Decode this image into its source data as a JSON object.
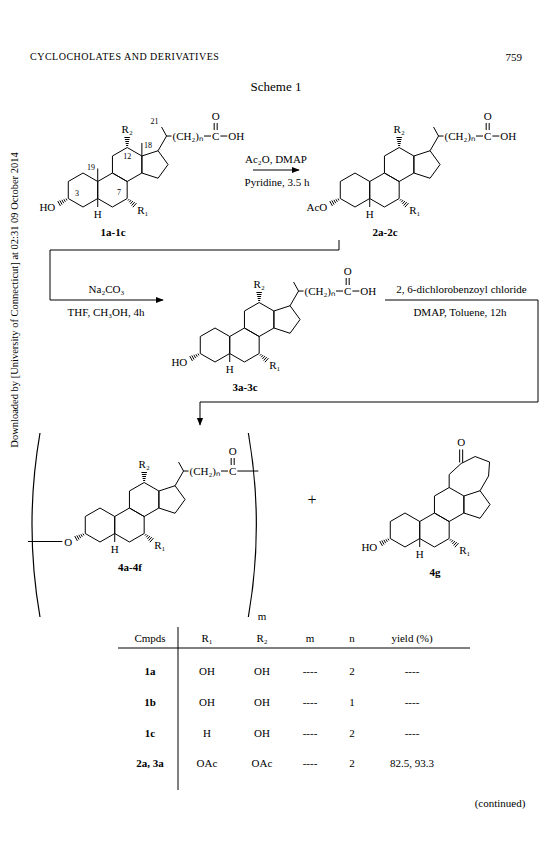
{
  "diagram": {
    "title": "Scheme 1",
    "nodes": [
      {
        "text": [
          "R₂",
          "21",
          "18",
          "12",
          "19",
          "3",
          "7",
          "(CH₂)ₙ",
          "C",
          "OH",
          "O",
          "HO",
          "H",
          "R₁",
          "1a-1c"
        ]
      },
      {
        "text": [
          "R₂",
          "(CH₂)ₙ",
          "C",
          "OH",
          "O",
          "AcO",
          "H",
          "R₁",
          "2a-2c"
        ]
      },
      {
        "text": [
          "R₂",
          "(CH₂)ₙ",
          "C",
          "OH",
          "O",
          "HO",
          "H",
          "R₁",
          "3a-3c"
        ]
      },
      {
        "text": [
          "R₂",
          "(CH₂)ₙ",
          "C",
          "O",
          "O",
          "H",
          "R₁",
          "4a-4f"
        ]
      },
      {
        "text": [
          "O",
          "HO",
          "H",
          "R₁",
          "4g"
        ]
      }
    ],
    "edges": [
      {
        "from": 0,
        "to": 1,
        "arrow": "to",
        "label": "Ac₂O, DMAP"
      },
      {
        "from": 1,
        "to": 2,
        "arrow": "to",
        "label": "Na₂CO₃"
      },
      {
        "from": 2,
        "to": 3,
        "arrow": "to",
        "label": "2, 6-dichlorobenzoyl chloride"
      }
    ],
    "labels": [
      "CYCLOCHOLATES AND DERIVATIVES",
      "759",
      "Downloaded by [University of Connecticut] at 02:31 09 October 2014",
      "Pyridine, 3.5 h",
      "THF, CH₃OH, 4h",
      "DMAP, Toluene, 12h",
      "m",
      "+",
      "Cmpds",
      "R₁",
      "R₂",
      "m",
      "n",
      "yield (%)",
      "1a",
      "OH",
      "OH",
      "----",
      "2",
      "----",
      "1b",
      "OH",
      "OH",
      "----",
      "1",
      "----",
      "1c",
      "H",
      "OH",
      "----",
      "2",
      "----",
      "2a, 3a",
      "OAc",
      "OAc",
      "----",
      "2",
      "82.5, 93.3",
      "(continued)"
    ]
  }
}
